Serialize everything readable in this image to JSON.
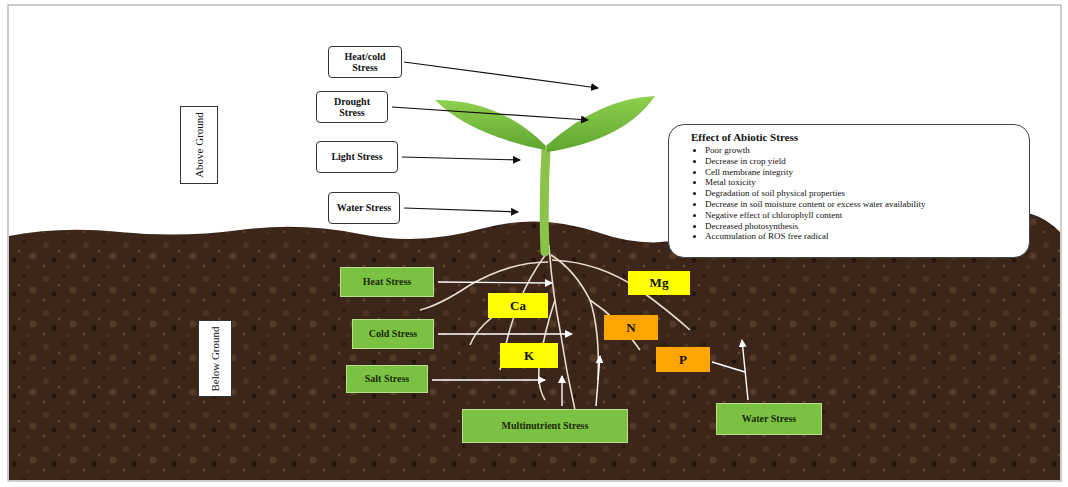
{
  "diagram": {
    "nodes": [
      {
        "text": [
          "Heat/cold Stress"
        ]
      },
      {
        "text": [
          "Drought Stress"
        ]
      },
      {
        "text": [
          "Above Ground"
        ]
      },
      {
        "text": [
          "Light Stress"
        ]
      },
      {
        "text": [
          "Water Stress"
        ]
      },
      {
        "text": [
          "Effect of Abiotic Stress",
          "Poor growth",
          "Decrease in crop yield",
          "Cell membrane integrity",
          "Metal toxicity",
          "Degradation of soil physical properties",
          "Decrease in soil moisture content or excess water availability",
          "Negative effect of chlorophyll content",
          "Decreased photosynthesis",
          "Accumulation of ROS free radical"
        ]
      },
      {
        "text": [
          "Heat Stress"
        ]
      },
      {
        "text": [
          "Mg"
        ]
      },
      {
        "text": [
          "Ca"
        ]
      },
      {
        "text": [
          "N"
        ]
      },
      {
        "text": [
          "Cold Stress"
        ]
      },
      {
        "text": [
          "K"
        ]
      },
      {
        "text": [
          "P"
        ]
      },
      {
        "text": [
          "Salt Stress"
        ]
      },
      {
        "text": [
          "Below Ground"
        ]
      },
      {
        "text": [
          "Water Stress"
        ]
      },
      {
        "text": [
          "Multinutrient Stress"
        ]
      }
    ],
    "edges": []
  }
}
